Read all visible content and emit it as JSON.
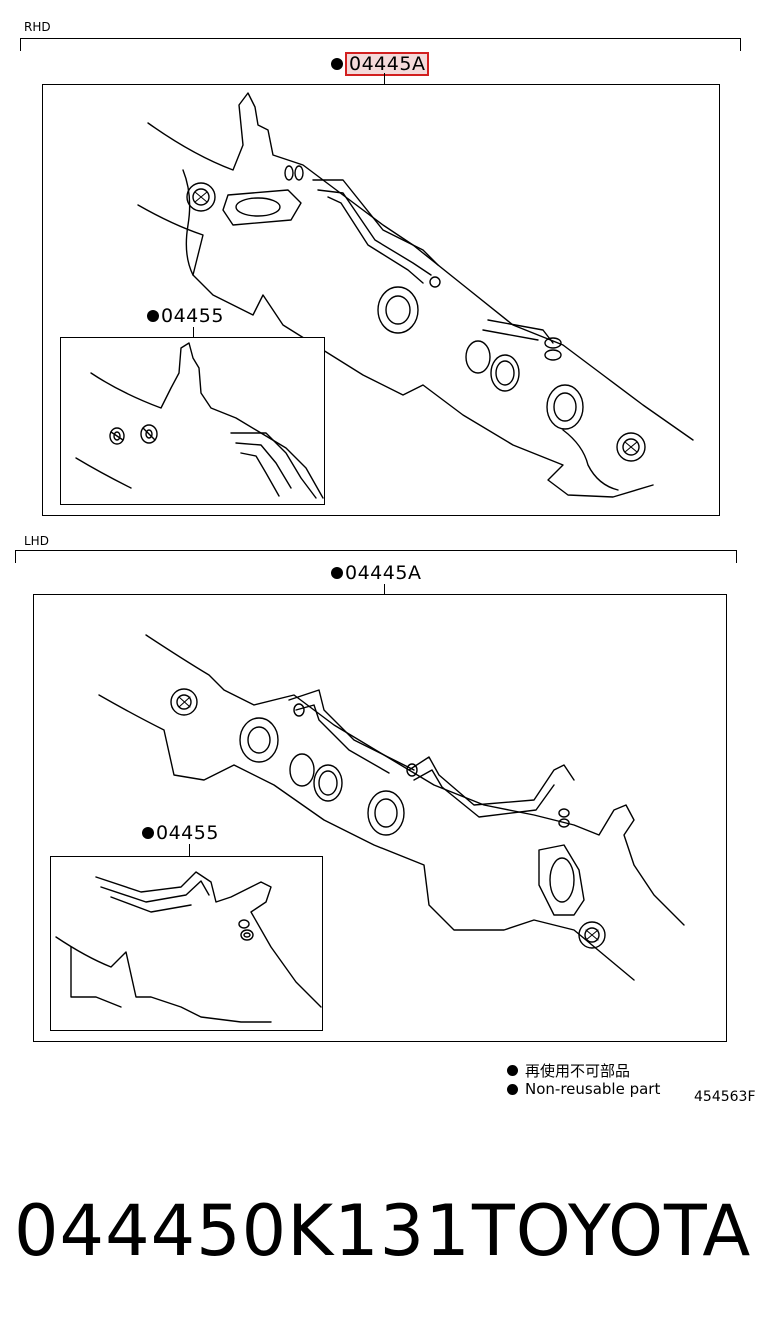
{
  "sections": [
    {
      "label": "RHD",
      "callout_main": "04445A",
      "callout_main_highlighted": true,
      "callout_inset": "04455"
    },
    {
      "label": "LHD",
      "callout_main": "04445A",
      "callout_main_highlighted": false,
      "callout_inset": "04455"
    }
  ],
  "legend": {
    "line_jp": "再使用不可部品",
    "line_en": "Non-reusable part"
  },
  "figure_number": "454563F",
  "footer": {
    "part_number": "044450K131",
    "brand": "TOYOTA"
  },
  "colors": {
    "highlight_border": "#d21f1f",
    "highlight_fill": "#f4dada",
    "ink": "#000000"
  }
}
